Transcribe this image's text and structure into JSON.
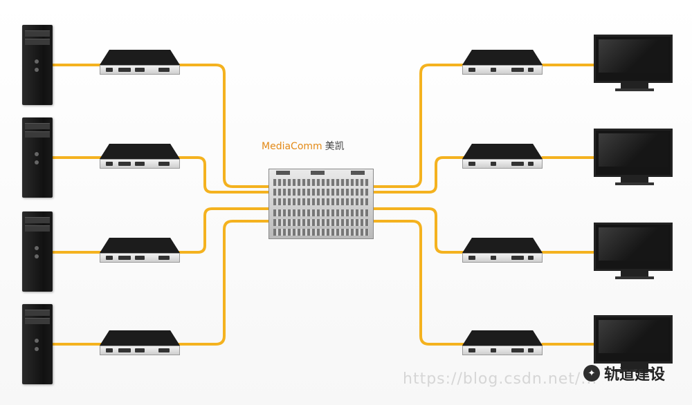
{
  "brand": {
    "name": "MediaComm",
    "chinese": "美凯"
  },
  "watermark": {
    "url_text": "https://blog.csdn.net/..."
  },
  "badge": {
    "text": "轨道建设"
  },
  "colors": {
    "cable": "#f4b21f",
    "device": "#1c1c1c",
    "brand": "#e38a17"
  },
  "nodes": {
    "left": [
      "computer",
      "computer",
      "computer",
      "computer"
    ],
    "left_extenders": [
      "kvm-transmitter",
      "kvm-transmitter",
      "kvm-transmitter",
      "kvm-transmitter"
    ],
    "center": "kvm-matrix-switch",
    "right_extenders": [
      "kvm-receiver",
      "kvm-receiver",
      "kvm-receiver",
      "kvm-receiver"
    ],
    "right": [
      "monitor",
      "monitor",
      "monitor",
      "monitor"
    ]
  }
}
